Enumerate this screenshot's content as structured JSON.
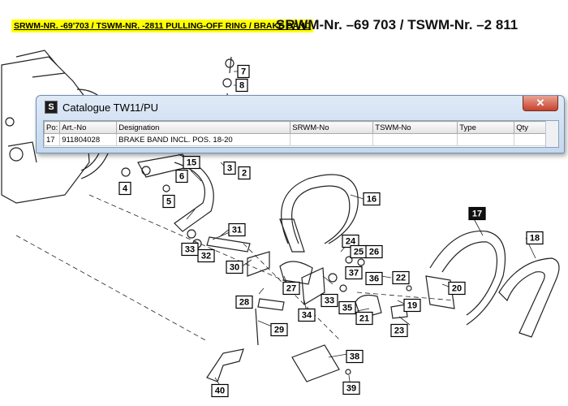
{
  "header": {
    "highlighted_title": "SRWM-NR. -69'703 / TSWM-NR. -2811 PULLING-OFF RING / BRAKE BAND",
    "drawing_title": "SRWM-Nr. –69 703 / TSWM-Nr. –2 811"
  },
  "window": {
    "icon_letter": "S",
    "title": "Catalogue TW11/PU",
    "close_glyph": "✕",
    "table": {
      "columns": [
        "Po:",
        "Art.-No",
        "Designation",
        "SRWM-No",
        "TSWM-No",
        "Type",
        "Qty"
      ],
      "rows": [
        [
          "17",
          "911804028",
          "BRAKE BAND INCL. POS. 18-20",
          "",
          "",
          "",
          ""
        ]
      ]
    }
  },
  "callouts": [
    {
      "id": "2",
      "label": "2"
    },
    {
      "id": "3",
      "label": "3"
    },
    {
      "id": "4",
      "label": "4"
    },
    {
      "id": "5",
      "label": "5"
    },
    {
      "id": "6",
      "label": "6"
    },
    {
      "id": "7",
      "label": "7"
    },
    {
      "id": "8",
      "label": "8"
    },
    {
      "id": "15",
      "label": "15"
    },
    {
      "id": "16",
      "label": "16"
    },
    {
      "id": "17",
      "label": "17"
    },
    {
      "id": "18",
      "label": "18"
    },
    {
      "id": "19",
      "label": "19"
    },
    {
      "id": "20",
      "label": "20"
    },
    {
      "id": "21",
      "label": "21"
    },
    {
      "id": "22",
      "label": "22"
    },
    {
      "id": "23",
      "label": "23"
    },
    {
      "id": "24",
      "label": "24"
    },
    {
      "id": "25",
      "label": "25"
    },
    {
      "id": "26",
      "label": "26"
    },
    {
      "id": "27",
      "label": "27"
    },
    {
      "id": "28",
      "label": "28"
    },
    {
      "id": "29",
      "label": "29"
    },
    {
      "id": "30",
      "label": "30"
    },
    {
      "id": "31",
      "label": "31"
    },
    {
      "id": "32",
      "label": "32"
    },
    {
      "id": "33a",
      "label": "33"
    },
    {
      "id": "33b",
      "label": "33"
    },
    {
      "id": "34",
      "label": "34"
    },
    {
      "id": "35",
      "label": "35"
    },
    {
      "id": "36",
      "label": "36"
    },
    {
      "id": "37",
      "label": "37"
    },
    {
      "id": "38",
      "label": "38"
    },
    {
      "id": "39",
      "label": "39"
    },
    {
      "id": "40",
      "label": "40"
    }
  ]
}
